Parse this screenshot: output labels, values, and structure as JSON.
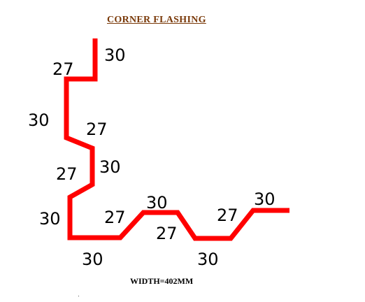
{
  "title": "CORNER  FLASHING",
  "footer": "WIDTH=402MM",
  "colors": {
    "profile_line": "#ff0000",
    "title_text": "#7a3a0a",
    "dimension_text": "#000000"
  },
  "dimensions": [
    "30",
    "27",
    "30",
    "27",
    "27",
    "30",
    "30",
    "27",
    "30",
    "30",
    "27",
    "27",
    "30",
    "30"
  ]
}
